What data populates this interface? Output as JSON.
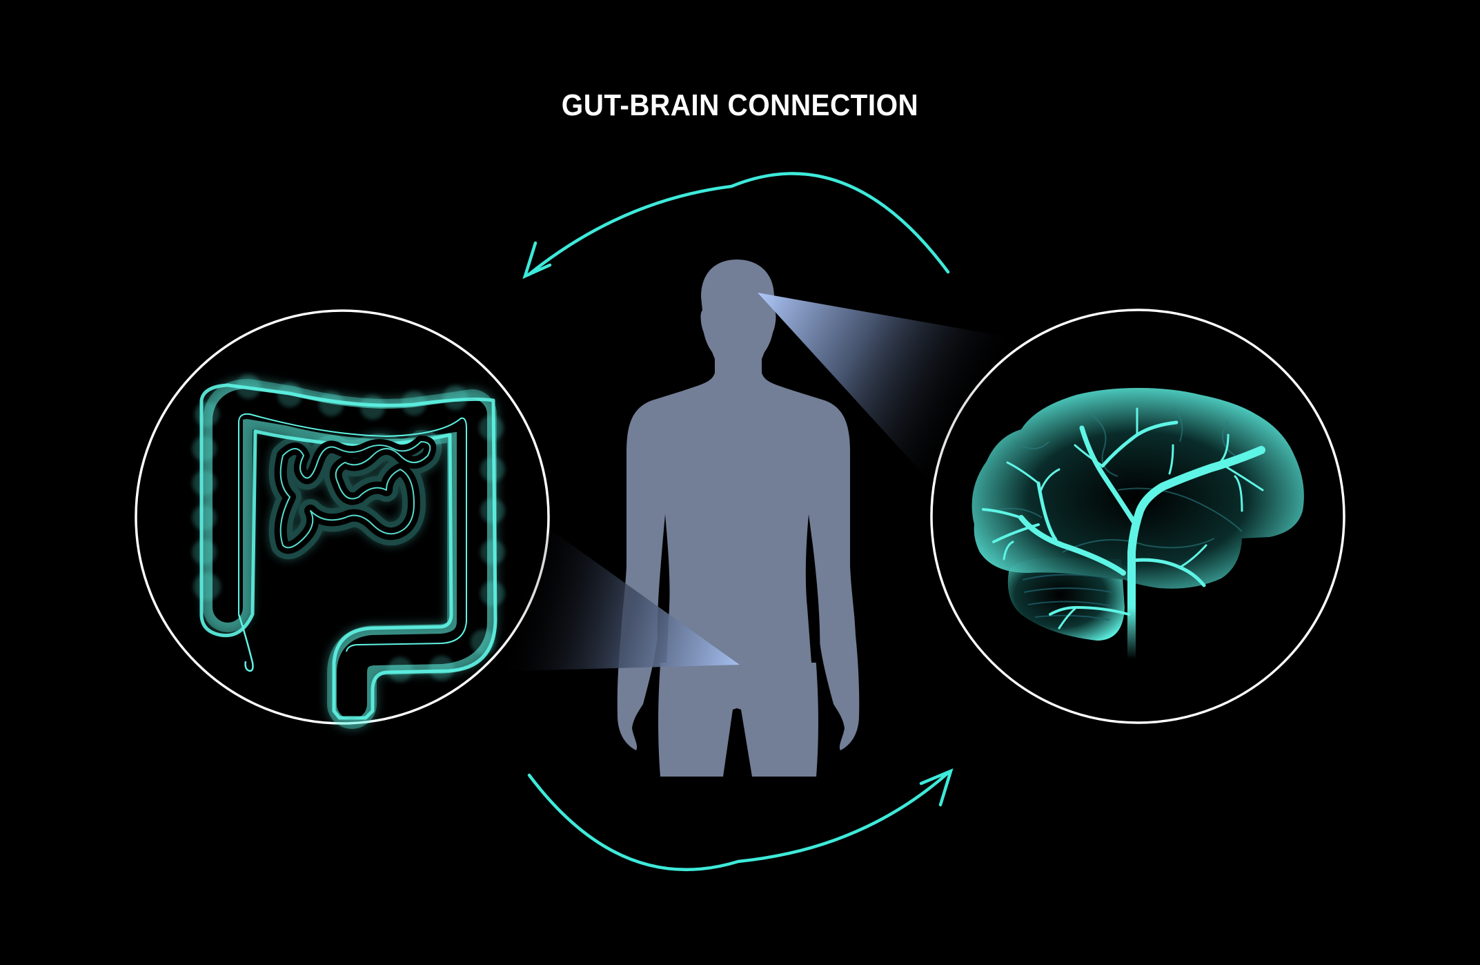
{
  "title": "GUT-BRAIN CONNECTION",
  "colors": {
    "background": "#000000",
    "title": "#FFFFFF",
    "accent_cyan": "#3EEADA",
    "organ_glow": "#5FF5E6",
    "silhouette": "#737F97",
    "beam_light": "#A9C3F5",
    "circle_stroke": "#FFFFFF"
  },
  "diagram": {
    "nodes": [
      {
        "id": "gut",
        "label": "intestines",
        "icon": "intestines-icon",
        "position": "left-circle"
      },
      {
        "id": "body",
        "label": "human silhouette",
        "icon": "human-body-icon",
        "position": "center"
      },
      {
        "id": "brain",
        "label": "brain",
        "icon": "brain-icon",
        "position": "right-circle"
      }
    ],
    "edges": [
      {
        "from": "brain",
        "to": "gut",
        "style": "curved-arrow-top",
        "icon": "arrow-curved-left-icon"
      },
      {
        "from": "gut",
        "to": "brain",
        "style": "curved-arrow-bottom",
        "icon": "arrow-curved-right-icon"
      },
      {
        "from": "body-abdomen",
        "to": "gut",
        "style": "highlight-beam"
      },
      {
        "from": "body-head",
        "to": "brain",
        "style": "highlight-beam"
      }
    ]
  }
}
